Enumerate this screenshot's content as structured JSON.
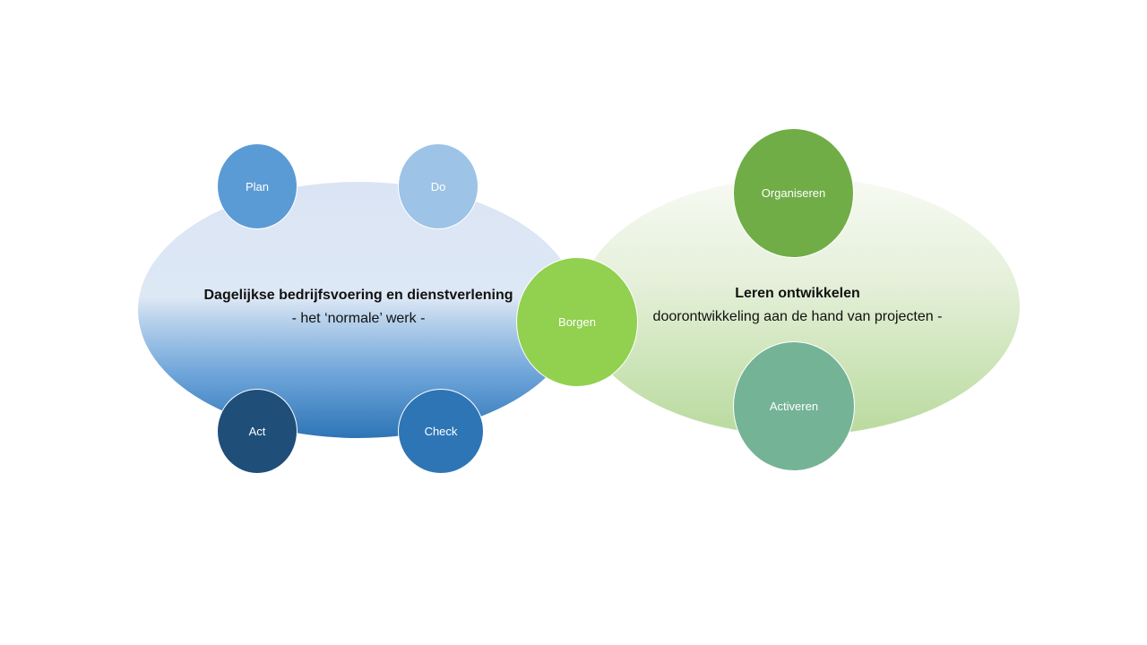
{
  "diagram": {
    "left_group": {
      "title": "Dagelijkse bedrijfsvoering en dienstverlening",
      "subtitle": "- het ‘normale’ werk -",
      "nodes": {
        "plan": "Plan",
        "do": "Do",
        "act": "Act",
        "check": "Check"
      }
    },
    "center_node": "Borgen",
    "right_group": {
      "title": "Leren ontwikkelen",
      "subtitle": "doorontwikkeling aan de hand van projecten -",
      "nodes": {
        "organiseren": "Organiseren",
        "activeren": "Activeren"
      }
    }
  },
  "colors": {
    "plan": "#5b9bd5",
    "do": "#9dc3e6",
    "act": "#1f4e79",
    "check": "#2e75b6",
    "borgen": "#92d050",
    "organiseren": "#70ad47",
    "activeren": "#74b396"
  }
}
